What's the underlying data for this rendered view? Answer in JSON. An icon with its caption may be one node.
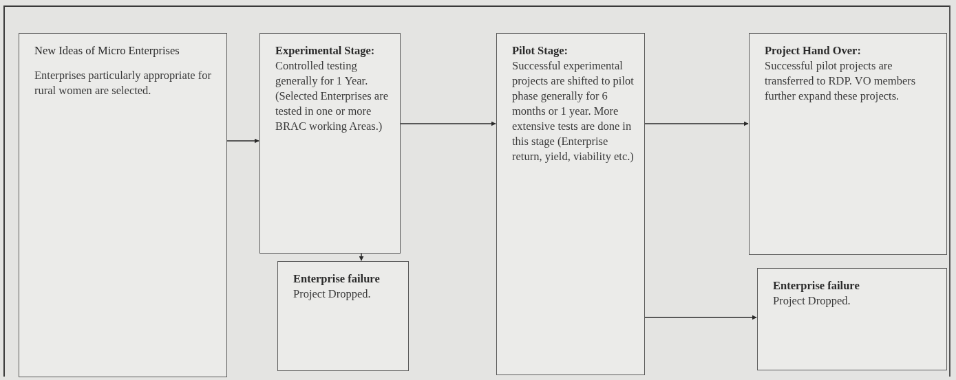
{
  "diagram": {
    "nodes": [
      {
        "text": [
          "New Ideas of Micro Enterprises",
          "Enterprises particularly appropriate for rural women are selected."
        ]
      },
      {
        "text": [
          "Experimental Stage:",
          "Controlled testing generally for 1 Year. (Selected Enterprises are tested in one or more BRAC working Areas.)"
        ]
      },
      {
        "text": [
          "Enterprise failure",
          "Project Dropped."
        ]
      },
      {
        "text": [
          "Pilot Stage:",
          "Successful experimental projects are shifted to pilot phase generally for 6 months or 1 year. More extensive tests are done in this stage (Enterprise return, yield, viability etc.)"
        ]
      },
      {
        "text": [
          "Project Hand Over:",
          "Successful pilot projects are transferred to RDP. VO members further expand these projects."
        ]
      },
      {
        "text": [
          "Enterprise failure",
          "Project Dropped."
        ]
      }
    ],
    "edges": [
      {
        "from": 0,
        "to": 1,
        "arrow": "to"
      },
      {
        "from": 1,
        "to": 2,
        "arrow": "to"
      },
      {
        "from": 1,
        "to": 3,
        "arrow": "to"
      },
      {
        "from": 3,
        "to": 4,
        "arrow": "to"
      },
      {
        "from": 3,
        "to": 5,
        "arrow": "to"
      }
    ]
  }
}
